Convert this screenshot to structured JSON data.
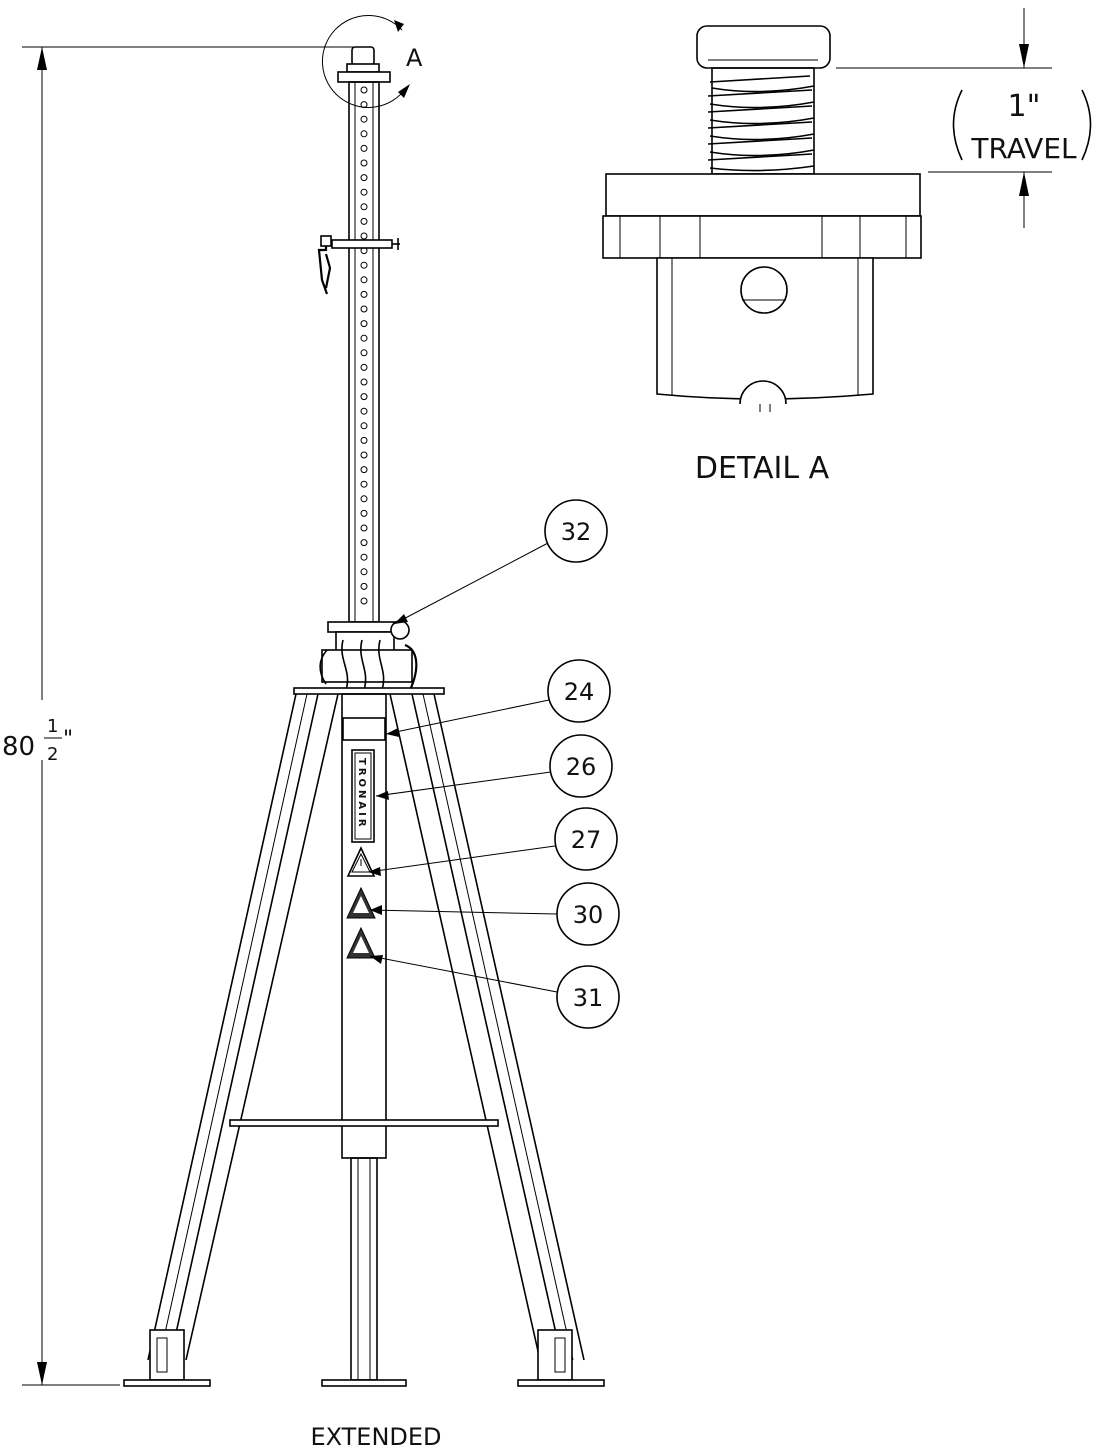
{
  "labels": {
    "detail_marker": "A",
    "detail_title": "DETAIL A",
    "travel_value": "1\"",
    "travel_word": "TRAVEL",
    "height_whole": "80",
    "height_num": "1",
    "height_den": "2",
    "height_unit": "\"",
    "view_title": "EXTENDED",
    "brand_decal": "TRONAIR"
  },
  "balloons": [
    {
      "id": "32",
      "text": "32"
    },
    {
      "id": "24",
      "text": "24"
    },
    {
      "id": "26",
      "text": "26"
    },
    {
      "id": "27",
      "text": "27"
    },
    {
      "id": "30",
      "text": "30"
    },
    {
      "id": "31",
      "text": "31"
    }
  ],
  "colors": {
    "line": "#000000",
    "background": "#ffffff"
  }
}
